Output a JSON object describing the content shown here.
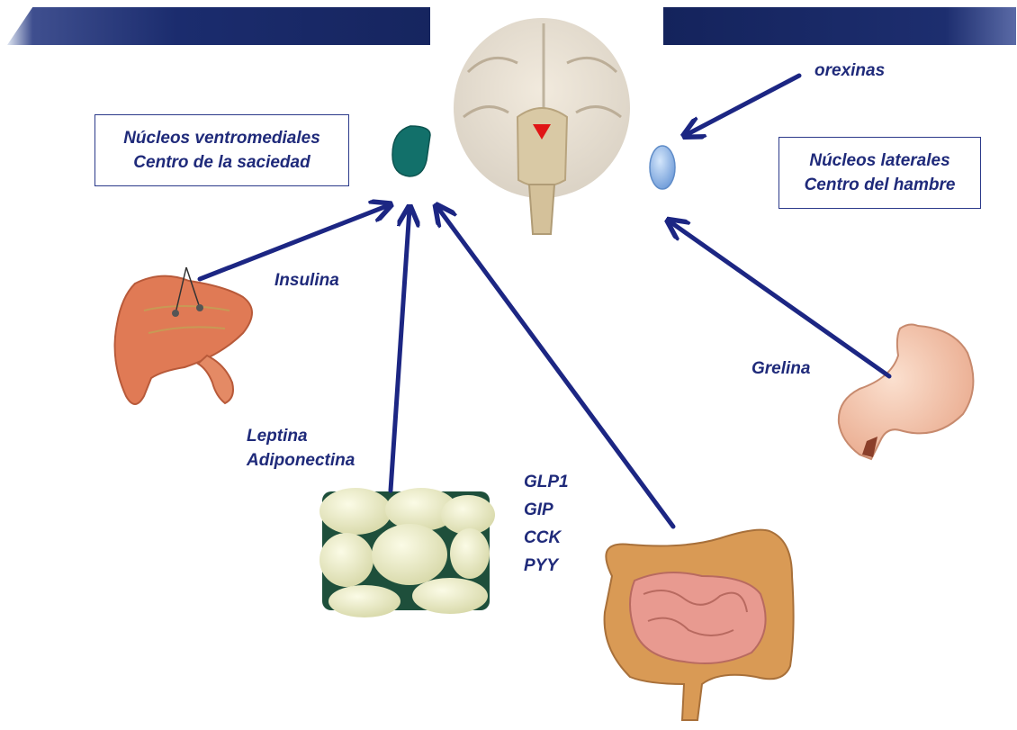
{
  "diagram": {
    "left_box": {
      "line1": "Núcleos ventromediales",
      "line2": "Centro de la saciedad"
    },
    "right_box": {
      "line1": "Núcleos laterales",
      "line2": "Centro del hambre"
    },
    "labels": {
      "orexinas": "orexinas",
      "insulina": "Insulina",
      "grelina": "Grelina",
      "leptina": "Leptina",
      "adiponectina": "Adiponectina",
      "gut_hormones": [
        "GLP1",
        "GIP",
        "CCK",
        "PYY"
      ]
    },
    "colors": {
      "arrow": "#1c2683",
      "text": "#1f2a7a",
      "satiety_nucleus": "#12706a",
      "hunger_nucleus": "#8fb8e8"
    }
  }
}
